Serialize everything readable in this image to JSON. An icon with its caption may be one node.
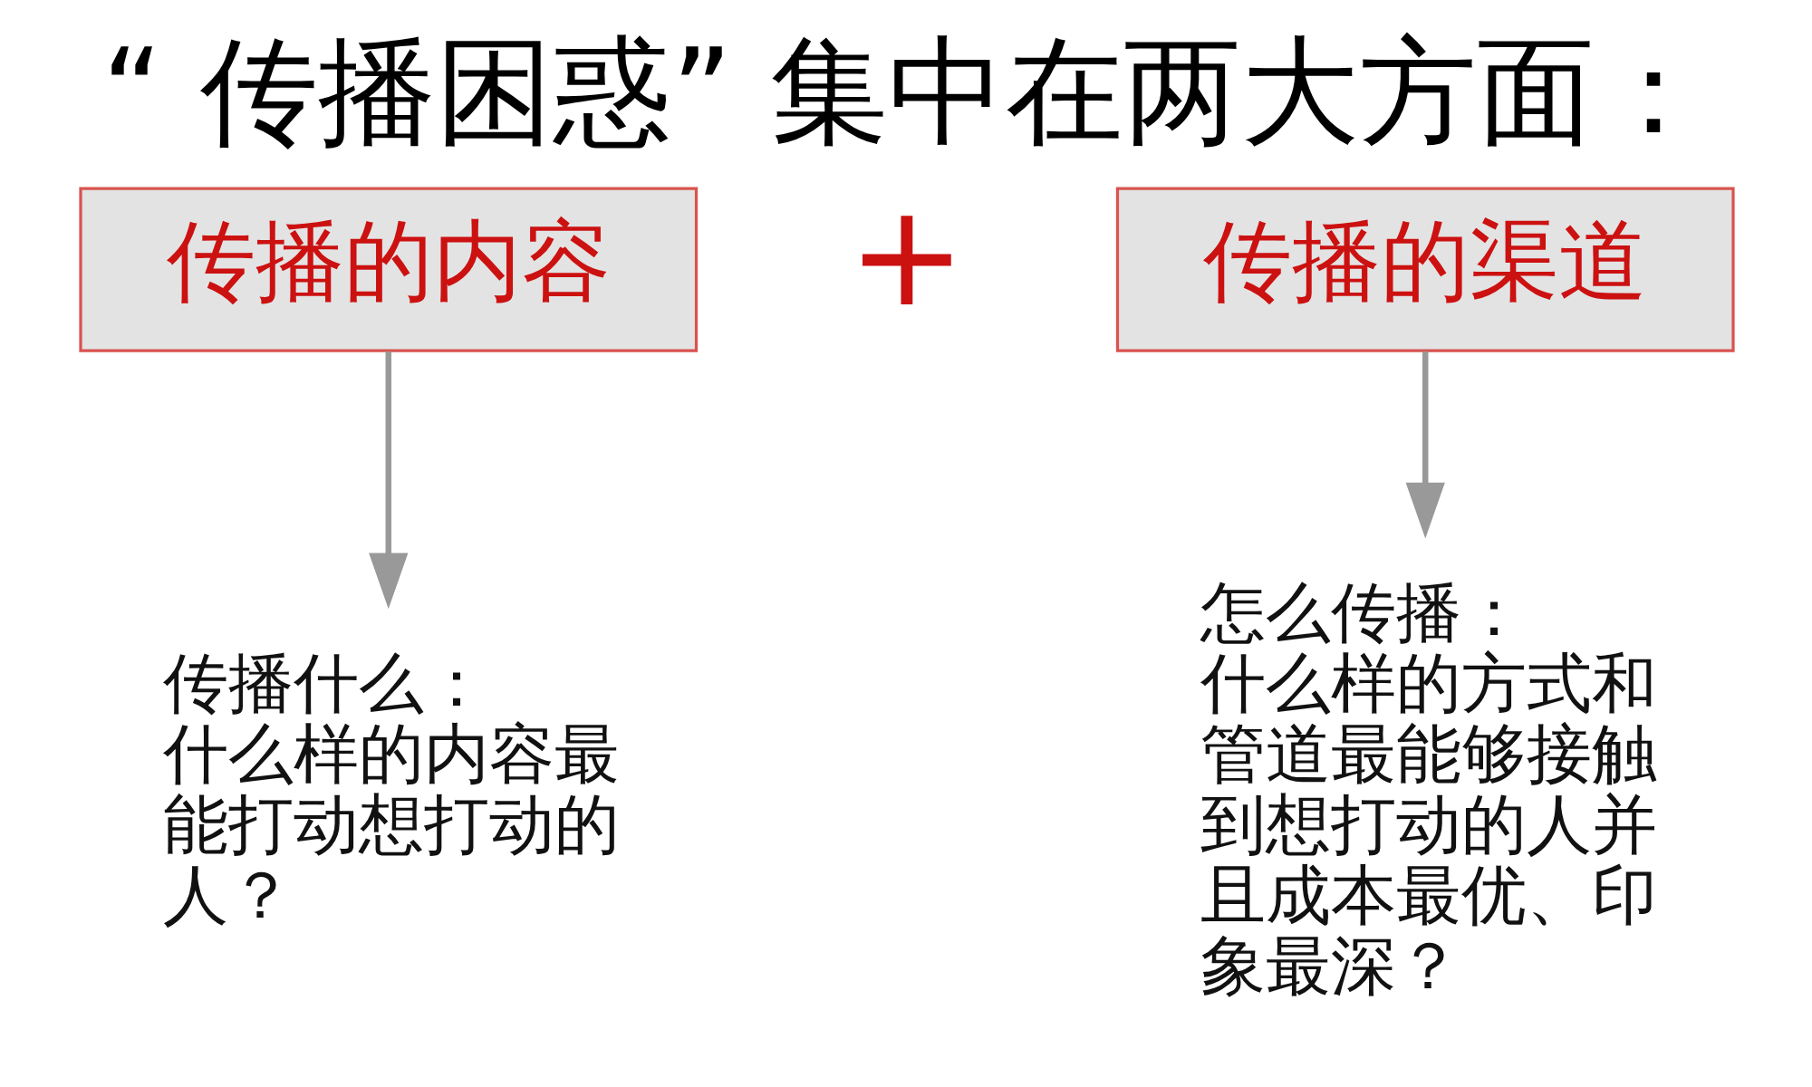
{
  "diagram": {
    "title": "“ 传播困惑” 集中在两大方面：",
    "nodes": [
      {
        "text": [
          "传播的内容"
        ]
      },
      {
        "text": [
          "传播的渠道"
        ]
      },
      {
        "text": [
          "传播什么：",
          "什么样的内容最能打动想打动的人？"
        ]
      },
      {
        "text": [
          "怎么传播：",
          "什么样的方式和管道最能够接触到想打动的人并且成本最优、印象最深？"
        ]
      }
    ],
    "edges": [
      {
        "from": 0,
        "to": 2,
        "arrow": "to"
      },
      {
        "from": 1,
        "to": 3,
        "arrow": "to"
      }
    ],
    "labels": [
      "+"
    ]
  }
}
